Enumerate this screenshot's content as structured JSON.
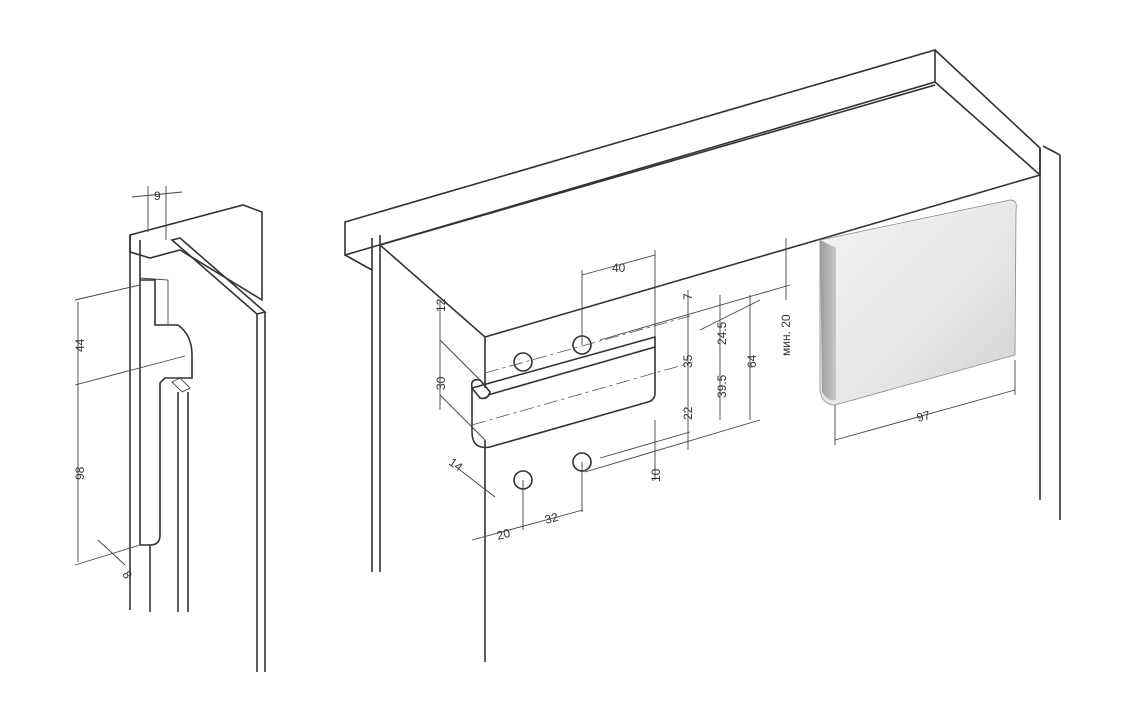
{
  "left_view": {
    "dimensions": {
      "d9": "9",
      "d44": "44",
      "d98": "98",
      "d8": "8"
    }
  },
  "main_view": {
    "dimensions": {
      "d12": "12",
      "d30": "30",
      "d14": "14",
      "d20": "20",
      "d32": "32",
      "d40": "40",
      "d7": "7",
      "d24_5": "24.5",
      "d35": "35",
      "d39_5": "39.5",
      "d22": "22",
      "d10": "10",
      "d64": "64",
      "min20": "мин. 20",
      "d97": "97"
    }
  },
  "colors": {
    "line": "#333333",
    "handle": "#d9d9d9"
  }
}
